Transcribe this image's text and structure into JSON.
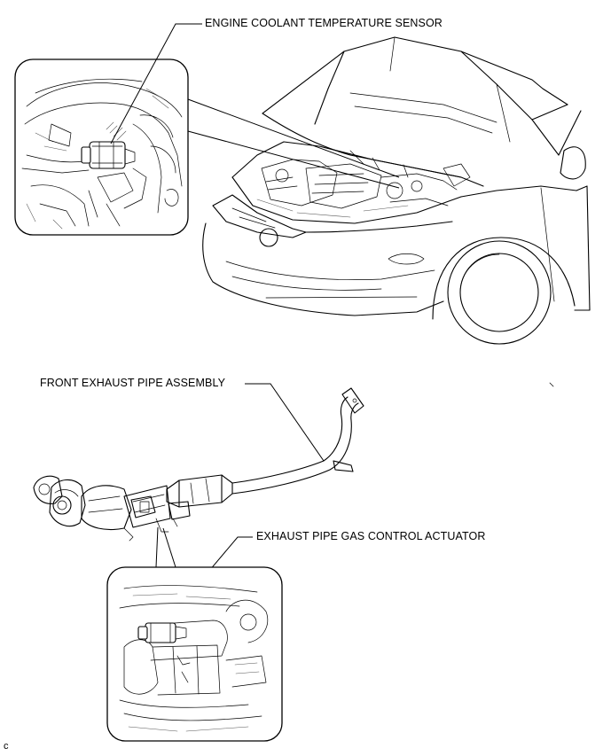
{
  "labels": {
    "engine_coolant_temperature_sensor": "ENGINE COOLANT TEMPERATURE SENSOR",
    "front_exhaust_pipe_assembly": "FRONT EXHAUST PIPE ASSEMBLY",
    "exhaust_pipe_gas_control_actuator": "EXHAUST PIPE GAS CONTROL ACTUATOR"
  },
  "corner_mark": "c"
}
